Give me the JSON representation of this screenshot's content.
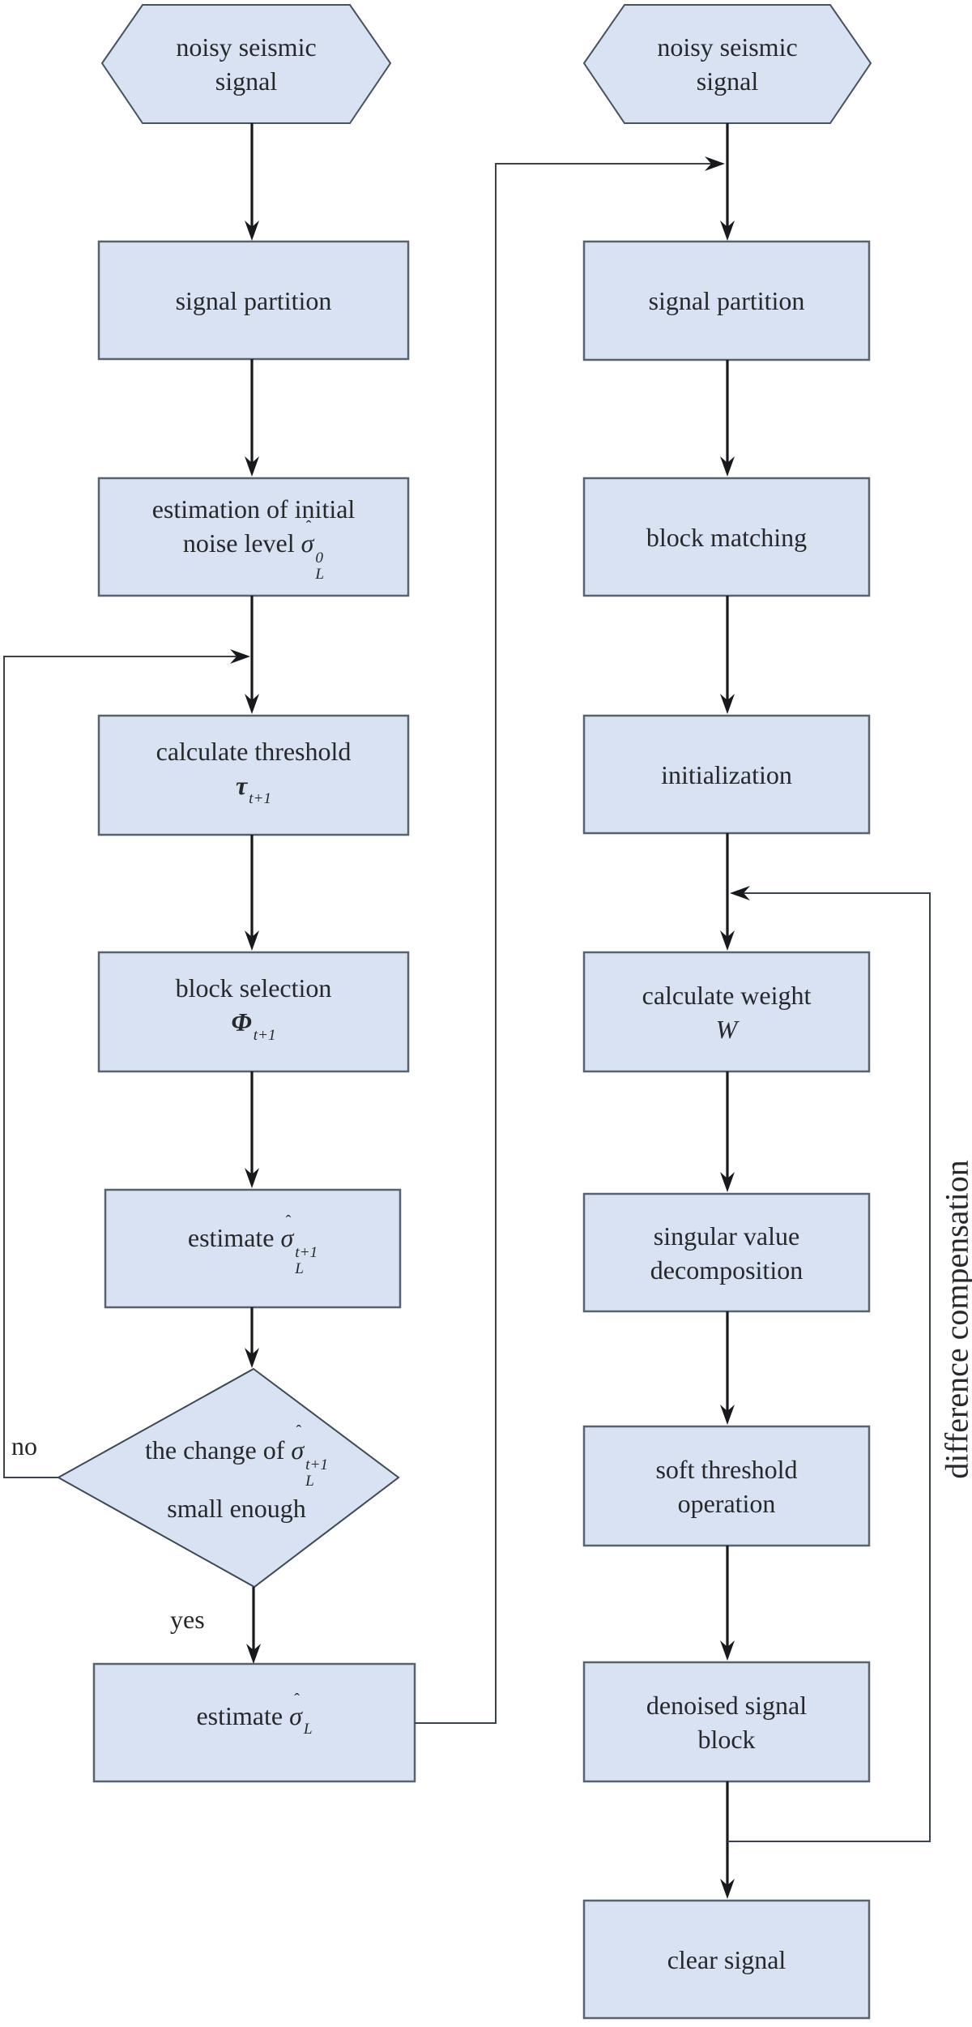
{
  "palette": {
    "node_fill": "#d9e2f2",
    "box_border": "#59626f",
    "hex_border": "#49525f",
    "diamond_border": "#3f4856",
    "main_line": "#17191c",
    "loop_line": "#3b424d",
    "text": "#26282c"
  },
  "nodes": {
    "hex_left": {
      "lines": [
        [
          "noisy seismic"
        ],
        [
          "signal"
        ]
      ]
    },
    "box_l_partition": {
      "lines": [
        [
          "signal partition"
        ]
      ]
    },
    "box_l_noise": {
      "lines": [
        [
          "estimation of initial"
        ],
        [
          "noise level ",
          {
            "m": {
              "base": "σ",
              "hat": true,
              "sup": "0",
              "sub": "L"
            }
          }
        ]
      ]
    },
    "box_l_threshold": {
      "lines": [
        [
          "calculate threshold"
        ],
        [
          {
            "m": {
              "base": "τ",
              "bold": true,
              "subi": "t+1"
            }
          }
        ]
      ]
    },
    "box_l_selection": {
      "lines": [
        [
          "block selection"
        ],
        [
          {
            "m": {
              "base": "Φ",
              "bold": true,
              "subi": "t+1"
            }
          }
        ]
      ]
    },
    "box_l_estimate_t": {
      "lines": [
        [
          "estimate ",
          {
            "m": {
              "base": "σ",
              "hat": true,
              "sup": "t+1",
              "sub": "L"
            }
          }
        ]
      ]
    },
    "diamond_change": {
      "lines": [
        [
          "the change of ",
          {
            "m": {
              "base": "σ",
              "hat": true,
              "sup": "t+1",
              "sub": "L"
            }
          }
        ],
        [
          "small enough"
        ]
      ]
    },
    "box_l_estimate": {
      "lines": [
        [
          "estimate ",
          {
            "m": {
              "base": "σ",
              "hat": true,
              "subi": "L"
            }
          }
        ]
      ]
    },
    "hex_right": {
      "lines": [
        [
          "noisy seismic"
        ],
        [
          "signal"
        ]
      ]
    },
    "box_r_partition": {
      "lines": [
        [
          "signal partition"
        ]
      ]
    },
    "box_r_matching": {
      "lines": [
        [
          "block matching"
        ]
      ]
    },
    "box_r_init": {
      "lines": [
        [
          "initialization"
        ]
      ]
    },
    "box_r_weight": {
      "lines": [
        [
          "calculate weight"
        ],
        [
          {
            "m": {
              "base": "W"
            }
          }
        ]
      ]
    },
    "box_r_svd": {
      "lines": [
        [
          "singular value"
        ],
        [
          "decomposition"
        ]
      ]
    },
    "box_r_soft": {
      "lines": [
        [
          "soft threshold"
        ],
        [
          "operation"
        ]
      ]
    },
    "box_r_denoised": {
      "lines": [
        [
          "denoised signal"
        ],
        [
          "block"
        ]
      ]
    },
    "box_r_clear": {
      "lines": [
        [
          "clear signal"
        ]
      ]
    }
  },
  "labels": {
    "no": "no",
    "yes": "yes",
    "difference_compensation": "difference compensation"
  }
}
